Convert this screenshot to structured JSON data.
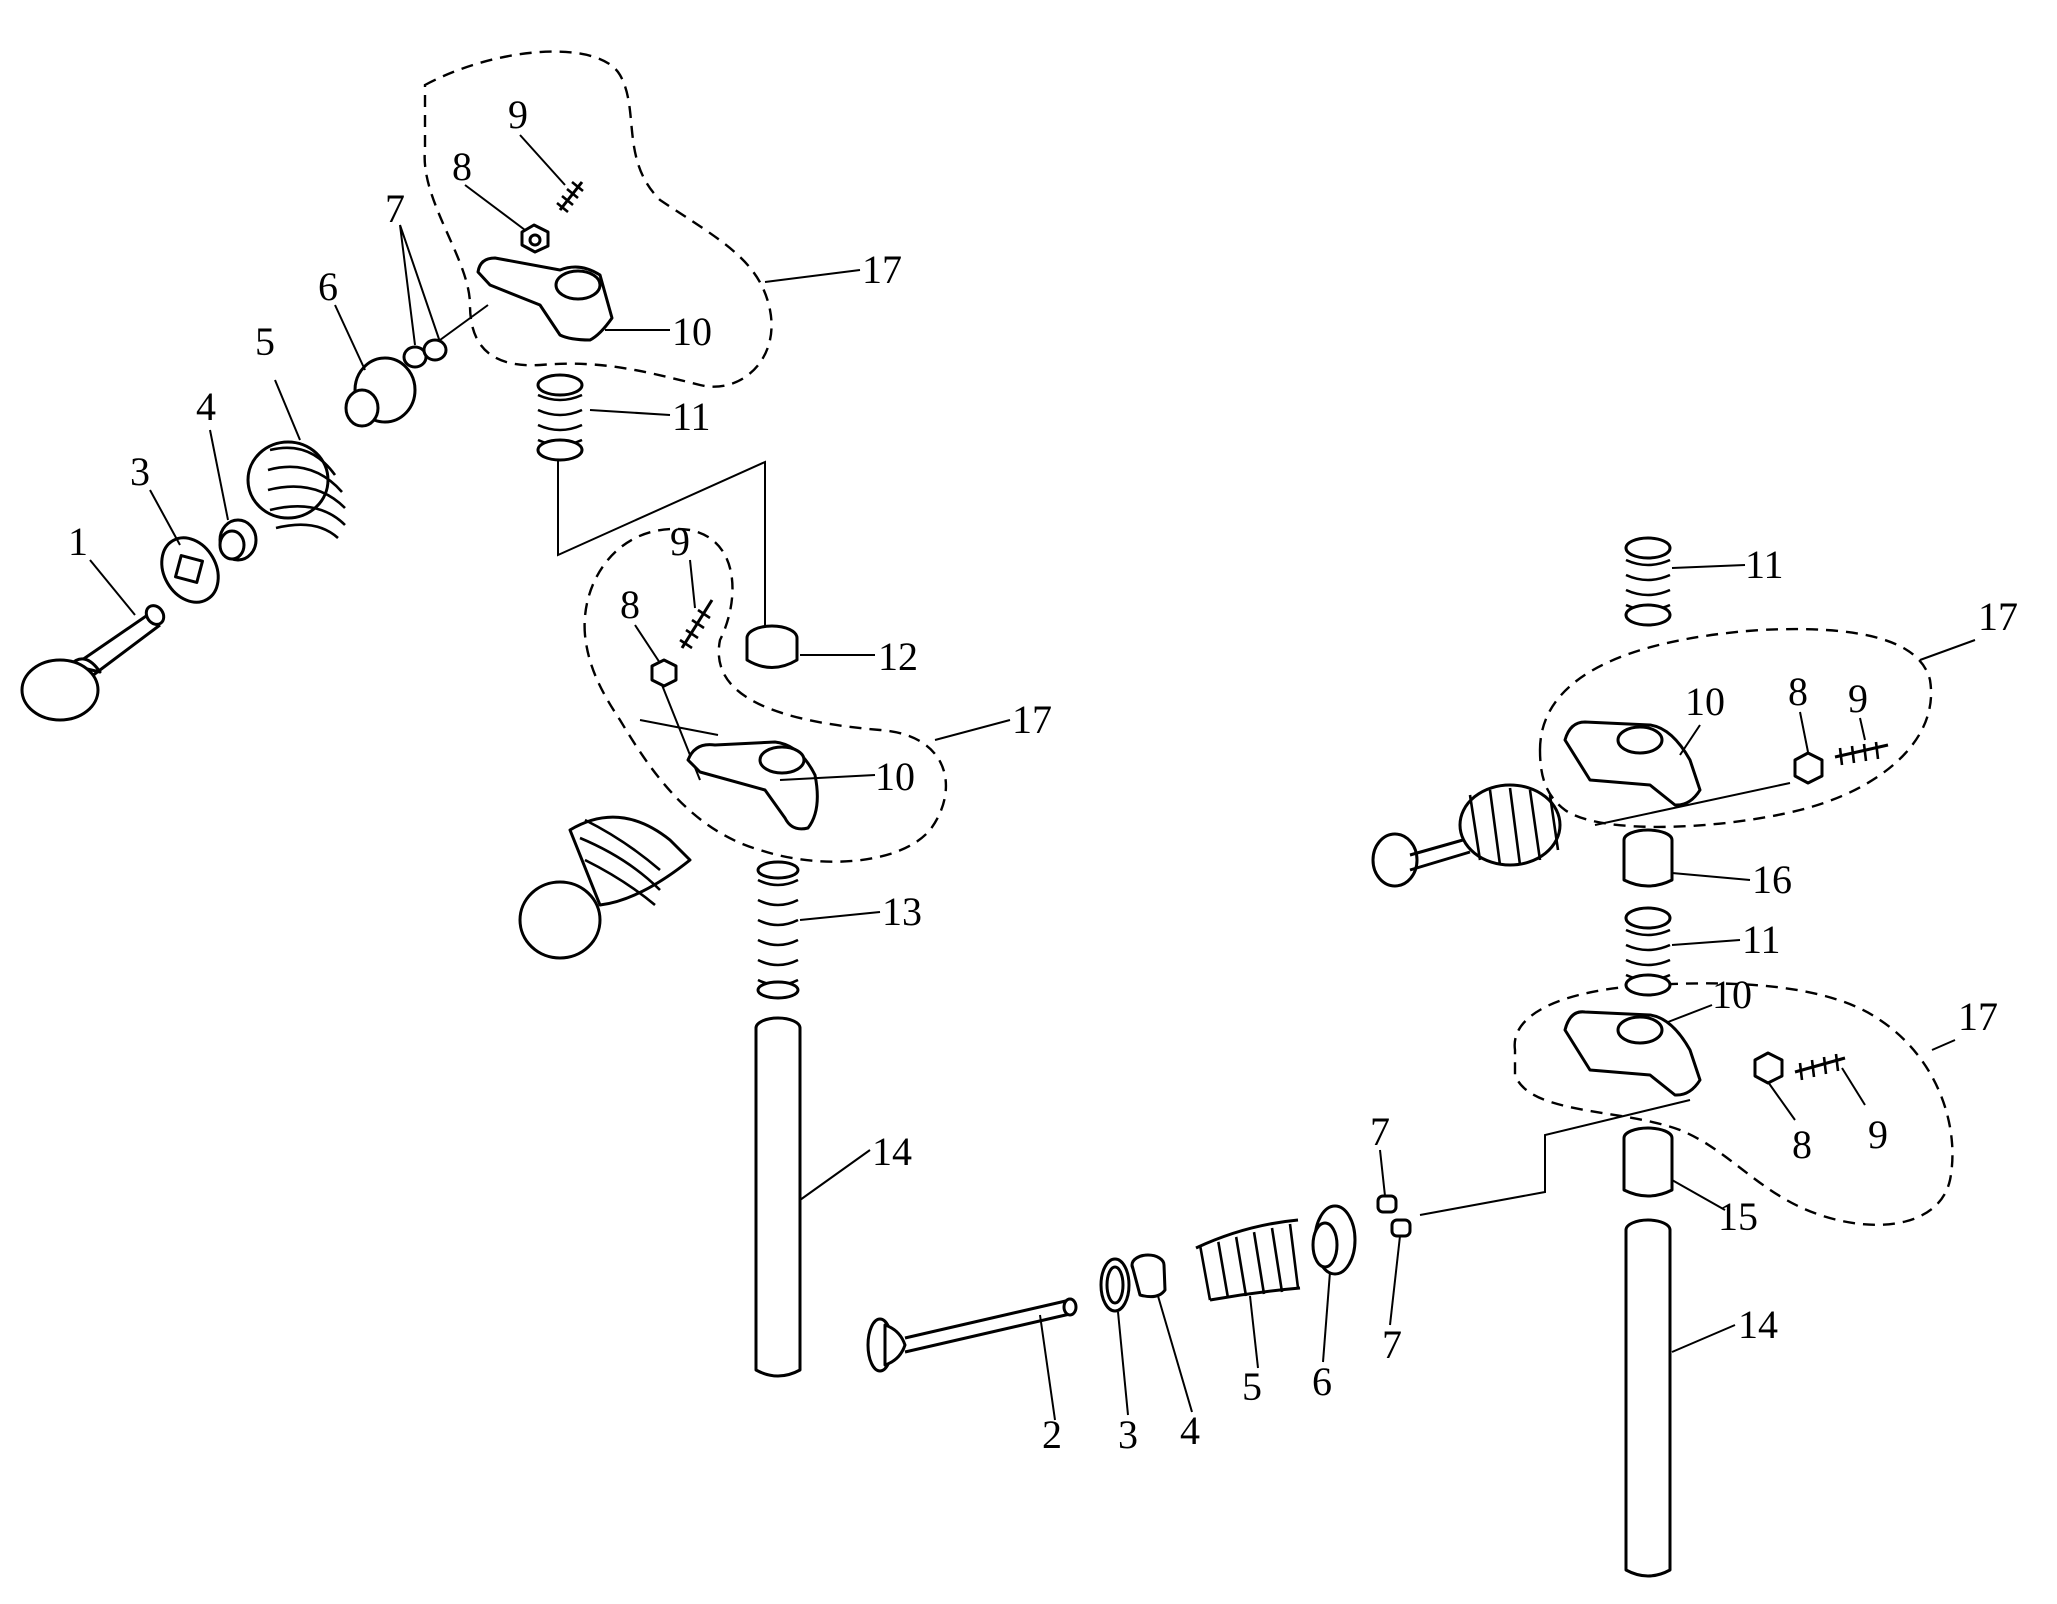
{
  "callouts": [
    {
      "id": "c1",
      "label": "1"
    },
    {
      "id": "c2",
      "label": "2"
    },
    {
      "id": "c3a",
      "label": "3"
    },
    {
      "id": "c3b",
      "label": "3"
    },
    {
      "id": "c4a",
      "label": "4"
    },
    {
      "id": "c4b",
      "label": "4"
    },
    {
      "id": "c5a",
      "label": "5"
    },
    {
      "id": "c5b",
      "label": "5"
    },
    {
      "id": "c6a",
      "label": "6"
    },
    {
      "id": "c6b",
      "label": "6"
    },
    {
      "id": "c7a",
      "label": "7"
    },
    {
      "id": "c7b",
      "label": "7"
    },
    {
      "id": "c7c",
      "label": "7"
    },
    {
      "id": "c8a",
      "label": "8"
    },
    {
      "id": "c8b",
      "label": "8"
    },
    {
      "id": "c8c",
      "label": "8"
    },
    {
      "id": "c8d",
      "label": "8"
    },
    {
      "id": "c9a",
      "label": "9"
    },
    {
      "id": "c9b",
      "label": "9"
    },
    {
      "id": "c9c",
      "label": "9"
    },
    {
      "id": "c9d",
      "label": "9"
    },
    {
      "id": "c10a",
      "label": "10"
    },
    {
      "id": "c10b",
      "label": "10"
    },
    {
      "id": "c10c",
      "label": "10"
    },
    {
      "id": "c10d",
      "label": "10"
    },
    {
      "id": "c11a",
      "label": "11"
    },
    {
      "id": "c11b",
      "label": "11"
    },
    {
      "id": "c11c",
      "label": "11"
    },
    {
      "id": "c12",
      "label": "12"
    },
    {
      "id": "c13",
      "label": "13"
    },
    {
      "id": "c14a",
      "label": "14"
    },
    {
      "id": "c14b",
      "label": "14"
    },
    {
      "id": "c15",
      "label": "15"
    },
    {
      "id": "c16",
      "label": "16"
    },
    {
      "id": "c17a",
      "label": "17"
    },
    {
      "id": "c17b",
      "label": "17"
    },
    {
      "id": "c17c",
      "label": "17"
    },
    {
      "id": "c17d",
      "label": "17"
    }
  ]
}
